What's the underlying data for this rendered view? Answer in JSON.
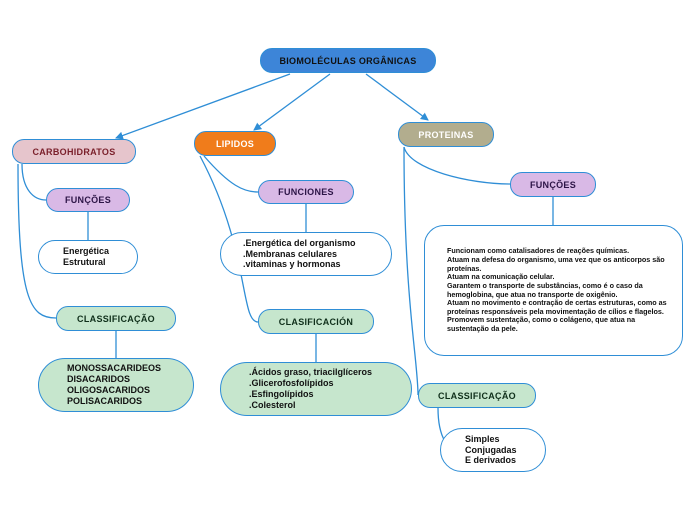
{
  "root": {
    "label": "BIOMOLÉCULAS ORGÂNICAS",
    "color": "#3d85d8"
  },
  "carbohidratos": {
    "label": "CARBOHIDRATOS",
    "color": "#e6c5cc",
    "funcoes": {
      "label": "FUNÇÕES",
      "text": "Energética\nEstrutural"
    },
    "classificacao": {
      "label": "CLASSIFICAÇÃO",
      "text": "MONOSSACARIDEOS\nDISACARIDOS\nOLIGOSACARIDOS\nPOLISACARIDOS"
    }
  },
  "lipidos": {
    "label": "LIPIDOS",
    "color": "#f07c1b",
    "funciones": {
      "label": "FUNCIONES",
      "text": ".Energética del organismo\n.Membranas celulares\n.vitaminas y hormonas"
    },
    "clasificacion": {
      "label": "CLASIFICACIÓN",
      "text": ".Ácidos graso, triacilglíceros\n.Glicerofosfolípidos\n.Esfingolípidos\n.Colesterol"
    }
  },
  "proteinas": {
    "label": "PROTEINAS",
    "color": "#b2ad8e",
    "funcoes": {
      "label": "FUNÇÕES",
      "text": "Funcionam como catalisadores de reações químicas.\nAtuam na defesa do organismo, uma vez que os anticorpos são proteínas.\nAtuam na comunicação celular.\nGarantem o transporte de substâncias, como é o caso da hemoglobina, que atua no transporte de oxigênio.\nAtuam no movimento e contração de certas estruturas, como as proteínas responsáveis pela movimentação de cílios e flagelos.\nPromovem sustentação, como o colágeno, que atua na sustentação da pele."
    },
    "classificacao": {
      "label": "CLASSIFICAÇÃO",
      "text": "Simples\nConjugadas\nE derivados"
    }
  },
  "colors": {
    "line": "#2f8ed6",
    "lavender": "#d9b9e6",
    "mint": "#c6e6cd",
    "white": "#ffffff"
  }
}
